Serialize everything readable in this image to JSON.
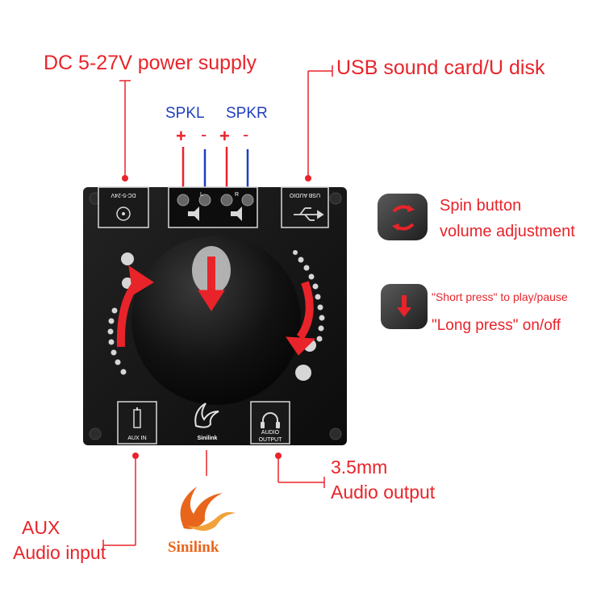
{
  "callouts": {
    "power": "DC 5-27V power supply",
    "usb": "USB sound card/U disk",
    "spkl": "SPKL",
    "spkr": "SPKR",
    "plus1": "+",
    "minus1": "-",
    "plus2": "+",
    "minus2": "-",
    "spin_line1": "Spin button",
    "spin_line2": "volume adjustment",
    "short_press": "\"Short press\" to play/pause",
    "long_press": "\"Long press\" on/off",
    "output_line1": "3.5mm",
    "output_line2": "Audio output",
    "aux_line1": "AUX",
    "aux_line2": "Audio input",
    "brand": "Sinilink"
  },
  "board": {
    "dc_label": "DC-5-24V",
    "usb_label": "USB AUDIO",
    "aux_label": "AUX IN",
    "audio_out_label1": "AUDIO",
    "audio_out_label2": "OUTPUT",
    "brand": "Sinilink",
    "left_speaker": "L",
    "right_speaker": "R"
  },
  "colors": {
    "red": "#e8242a",
    "blue": "#1f3fbf",
    "board": "#151515",
    "brand_orange": "#e8661c"
  }
}
